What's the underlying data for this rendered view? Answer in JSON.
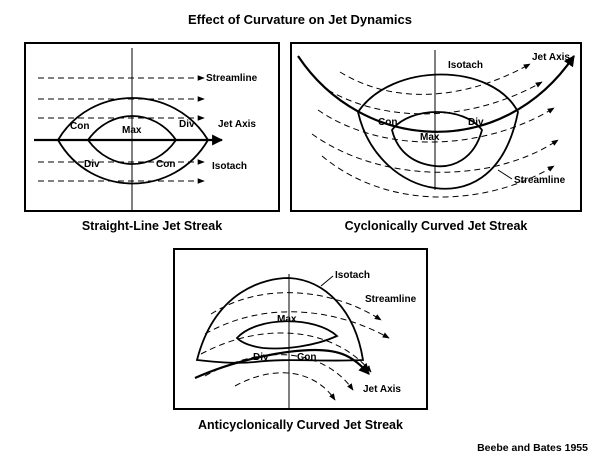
{
  "title": "Effect of Curvature on Jet Dynamics",
  "credit": "Beebe and Bates 1955",
  "panels": {
    "straight": {
      "caption": "Straight-Line Jet Streak",
      "labels": {
        "streamline": "Streamline",
        "jet_axis": "Jet Axis",
        "isotach": "Isotach",
        "max": "Max",
        "con_left": "Con",
        "div_right": "Div",
        "div_left": "Div",
        "con_right": "Con"
      }
    },
    "cyclonic": {
      "caption": "Cyclonically Curved Jet Streak",
      "labels": {
        "isotach": "Isotach",
        "jet_axis": "Jet Axis",
        "con": "Con",
        "div": "Div",
        "max": "Max",
        "streamline": "Streamline"
      }
    },
    "anticyclonic": {
      "caption": "Anticyclonically Curved Jet Streak",
      "labels": {
        "isotach": "Isotach",
        "streamline": "Streamline",
        "max": "Max",
        "div": "Div",
        "con": "Con",
        "jet_axis": "Jet Axis"
      }
    }
  }
}
